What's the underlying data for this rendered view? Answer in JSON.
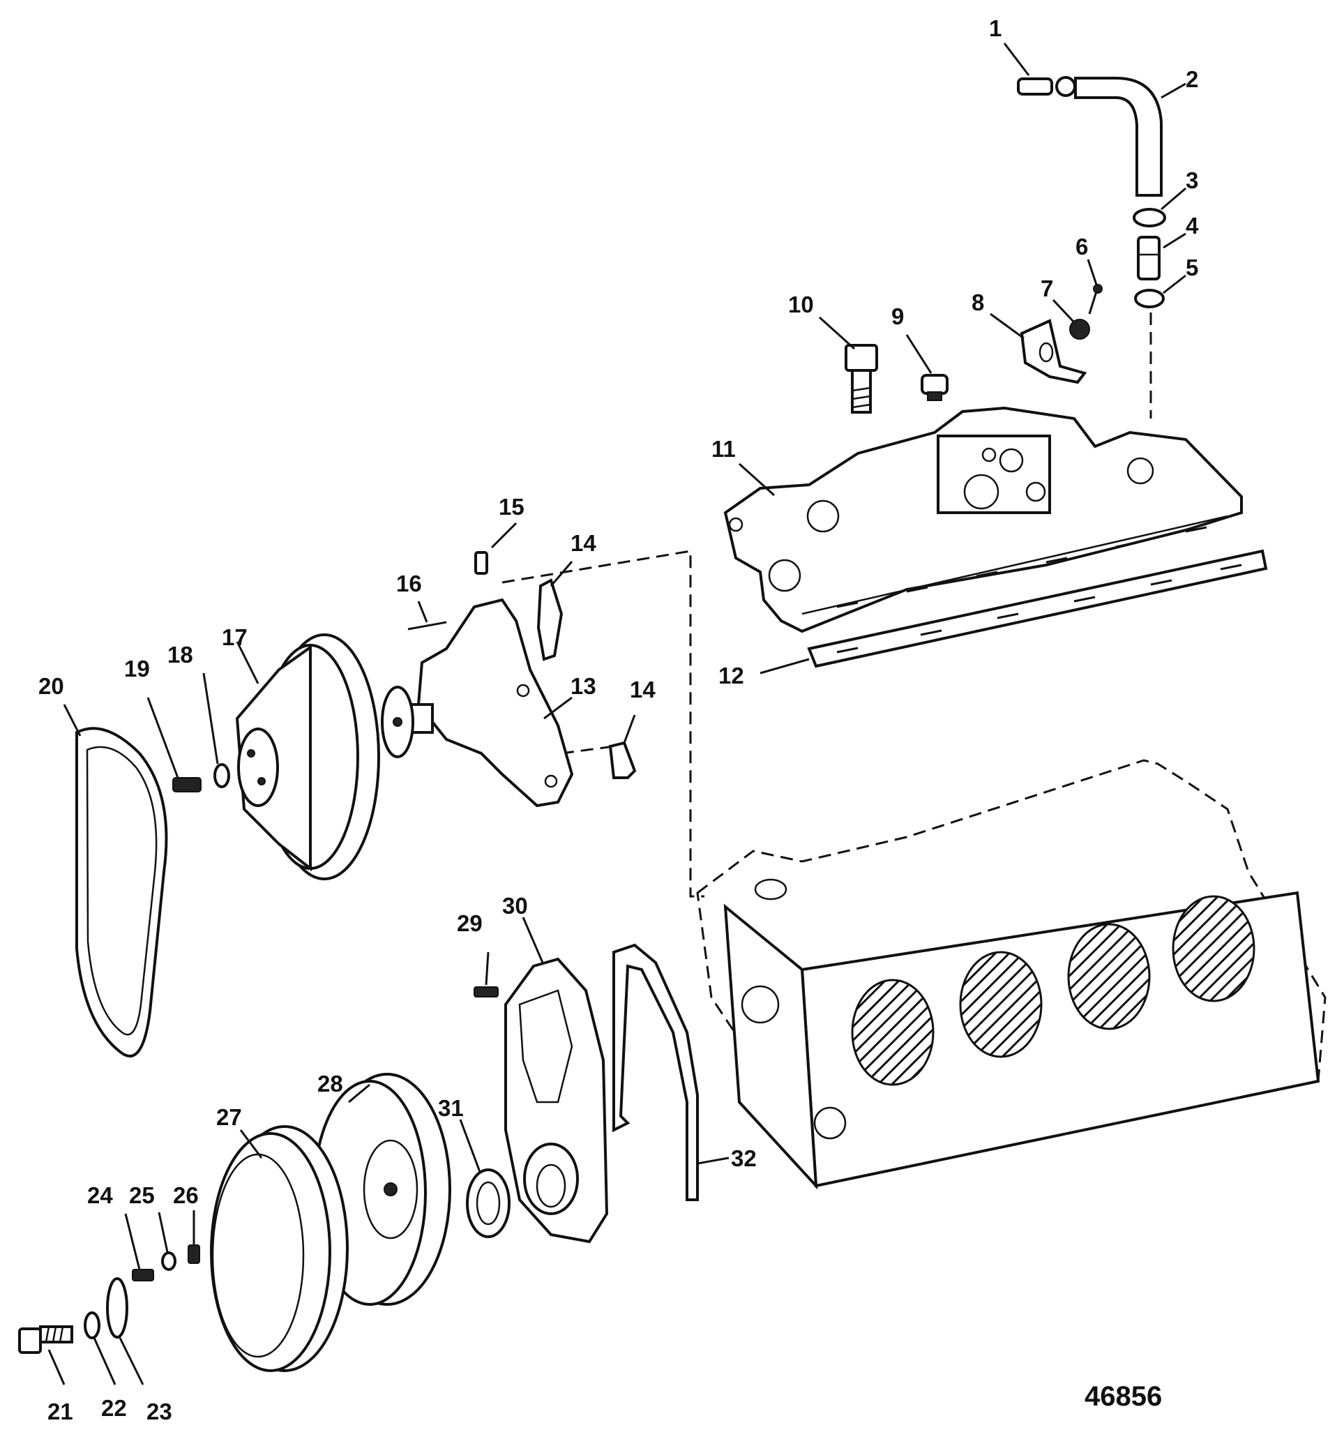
{
  "figure_number": "46856",
  "callouts": [
    "1",
    "2",
    "3",
    "4",
    "5",
    "6",
    "7",
    "8",
    "9",
    "10",
    "11",
    "12",
    "13",
    "14",
    "14",
    "15",
    "16",
    "17",
    "18",
    "19",
    "20",
    "21",
    "22",
    "23",
    "24",
    "25",
    "26",
    "27",
    "28",
    "29",
    "30",
    "31",
    "32"
  ]
}
